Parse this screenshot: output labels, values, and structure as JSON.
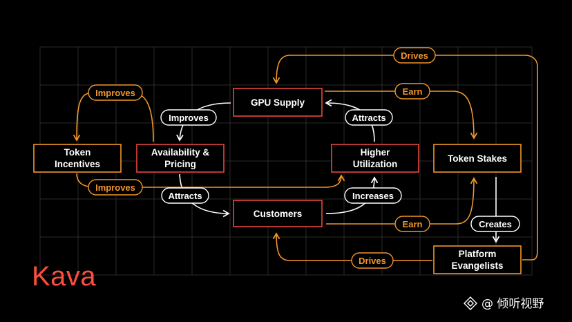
{
  "colors": {
    "background": "#000000",
    "grid": "#2a2a2a",
    "orange": "#f2962c",
    "red_border": "#e8473e",
    "white": "#ffffff",
    "logo": "#ff4d3d"
  },
  "brand": {
    "logo_text": "Kava"
  },
  "watermark": {
    "icon": "diamond-logo-icon",
    "text": "@ 倾听视野"
  },
  "nodes": {
    "gpu_supply": {
      "label": "GPU Supply"
    },
    "availability": {
      "line1": "Availability &",
      "line2": "Pricing"
    },
    "higher_utilization": {
      "line1": "Higher",
      "line2": "Utilization"
    },
    "customers": {
      "label": "Customers"
    },
    "token_incentives": {
      "line1": "Token",
      "line2": "Incentives"
    },
    "token_stakes": {
      "label": "Token Stakes"
    },
    "platform_evangelists": {
      "line1": "Platform",
      "line2": "Evangelists"
    }
  },
  "edges": {
    "improves_gpu_to_avail": "Improves",
    "attracts_avail_to_customers": "Attracts",
    "increases_customers_to_util": "Increases",
    "attracts_util_to_gpu": "Attracts",
    "improves_incentives_to_avail": "Improves",
    "improves_avail_back": "Improves",
    "drives_evangelists_to_gpu": "Drives",
    "earn_gpu_to_stakes": "Earn",
    "earn_customers_to_stakes": "Earn",
    "creates_stakes_to_evangelists": "Creates",
    "drives_evangelists_to_customers": "Drives"
  }
}
